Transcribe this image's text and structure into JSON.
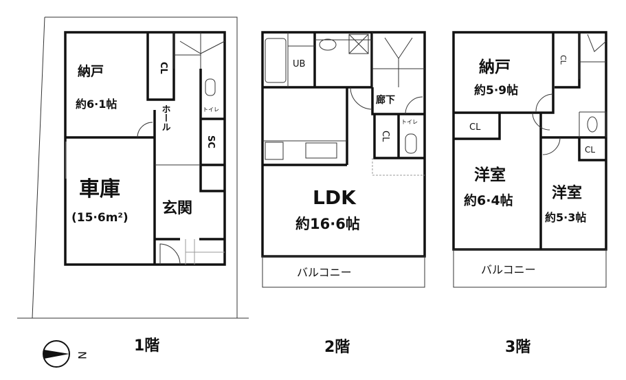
{
  "floor1": {
    "label": "1階",
    "rooms": {
      "storage": {
        "name": "納戸",
        "size": "約6·1帖"
      },
      "closet": "CL",
      "hall": "ホール",
      "toilet": "トイレ",
      "shoe_closet": "SC",
      "garage": {
        "name": "車庫",
        "size": "(15·6m²)"
      },
      "entrance": "玄関"
    }
  },
  "floor2": {
    "label": "2階",
    "rooms": {
      "bath": "UB",
      "corridor": "廊下",
      "closet": "CL",
      "toilet": "トイレ",
      "ldk": {
        "name": "LDK",
        "size": "約16·6帖"
      },
      "balcony": "バルコニー"
    }
  },
  "floor3": {
    "label": "3階",
    "rooms": {
      "storage": {
        "name": "納戸",
        "size": "約5·9帖"
      },
      "closet_top": "CL",
      "closet_left": "CL",
      "closet_right": "CL",
      "western_left": {
        "name": "洋室",
        "size": "約6·4帖"
      },
      "western_right": {
        "name": "洋室",
        "size": "約5·3帖"
      },
      "balcony": "バルコニー"
    }
  },
  "compass": {
    "direction": "N",
    "icon": "north-arrow-icon"
  }
}
